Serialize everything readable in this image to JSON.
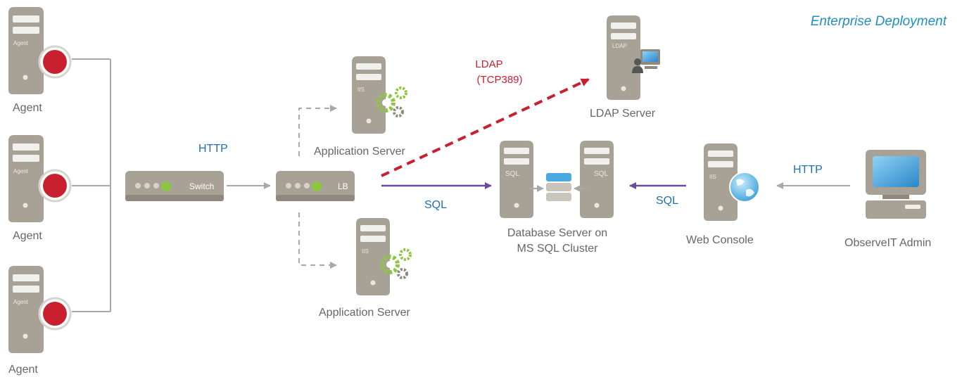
{
  "title": "Enterprise Deployment",
  "nodes": {
    "agents": [
      {
        "label": "Agent",
        "tag": "Agent"
      },
      {
        "label": "Agent",
        "tag": "Agent"
      },
      {
        "label": "Agent",
        "tag": "Agent"
      }
    ],
    "switch": {
      "tag": "Switch"
    },
    "lb": {
      "tag": "LB"
    },
    "app_server_top": {
      "label": "Application Server",
      "tag": "IIS"
    },
    "app_server_bottom": {
      "label": "Application Server",
      "tag": "IIS"
    },
    "ldap_server": {
      "label": "LDAP Server",
      "tag": "LDAP"
    },
    "database": {
      "label_line1": "Database Server on",
      "label_line2": "MS SQL Cluster",
      "tag_left": "SQL",
      "tag_right": "SQL"
    },
    "web_console": {
      "label": "Web Console",
      "tag": "IIS"
    },
    "admin": {
      "label": "ObserveIT Admin"
    }
  },
  "edges": {
    "http_agents_switch": "HTTP",
    "ldap_line1": "LDAP",
    "ldap_line2": "(TCP389)",
    "sql_lb_db": "SQL",
    "sql_web_db": "SQL",
    "http_admin_web": "HTTP"
  },
  "colors": {
    "server_body": "#a8a196",
    "server_dark": "#8f887d",
    "agent_red": "#c8202f",
    "link_gray": "#a8a8a8",
    "ldap_red": "#c8202f",
    "sql_purple": "#6a4c9c",
    "text_gray": "#666666",
    "text_blue": "#1f6fb5",
    "title_blue": "#1f8fc0",
    "gear_green": "#8dc63f",
    "screen_blue": "#4aa9e0"
  }
}
